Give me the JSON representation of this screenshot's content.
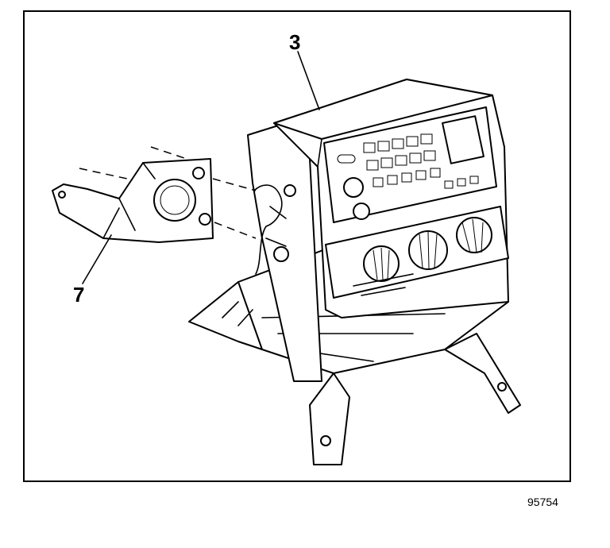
{
  "callouts": {
    "part_3": "3",
    "part_7": "7"
  },
  "figure_number": "95754"
}
